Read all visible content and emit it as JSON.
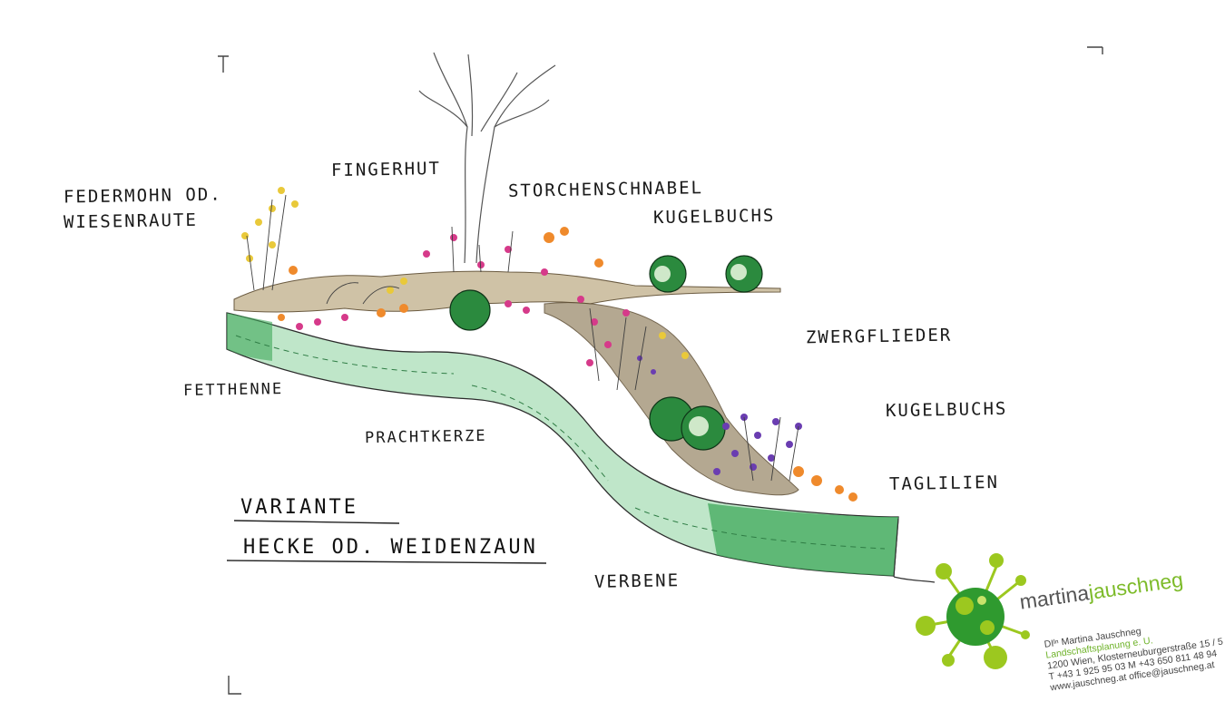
{
  "labels": {
    "federmohn": "FEDERMOHN OD.",
    "wiesenraute": "WIESENRAUTE",
    "fingerhut": "FINGERHUT",
    "storchenschnabel": "STORCHENSCHNABEL",
    "kugelbuchs_top": "KUGELBUCHS",
    "zwergflieder": "ZWERGFLIEDER",
    "kugelbuchs_right": "KUGELBUCHS",
    "taglilien": "TAGLILIEN",
    "fetthenne": "FETTHENNE",
    "prachtkerze": "PRACHTKERZE",
    "verbene": "VERBENE"
  },
  "title": {
    "line1": "VARIANTE",
    "line2": "HECKE OD. WEIDENZAUN"
  },
  "logo": {
    "name_part1": "martina",
    "name_part2": "jauschneg",
    "person": "DIᴵⁿ Martina Jauschneg",
    "company": "Landschaftsplanung e. U.",
    "address": "1200 Wien, Klosterneuburgerstraße 15 / 5",
    "phone": "T +43 1 925 95 03   M +43 650 811 48 94",
    "web": "www.jauschneg.at  office@jauschneg.at"
  },
  "colors": {
    "hedge": "#3fa85a",
    "hedge_light": "#bfe6c9",
    "logo_green_dark": "#2f9a2f",
    "logo_green_light": "#9cc81f",
    "soil": "#a89a7e",
    "flower_pink": "#d63a8a",
    "flower_orange": "#ef8a2c",
    "flower_purple": "#6a3db1",
    "flower_yellow": "#e9c93a",
    "shrub_green": "#1f6b2e"
  }
}
